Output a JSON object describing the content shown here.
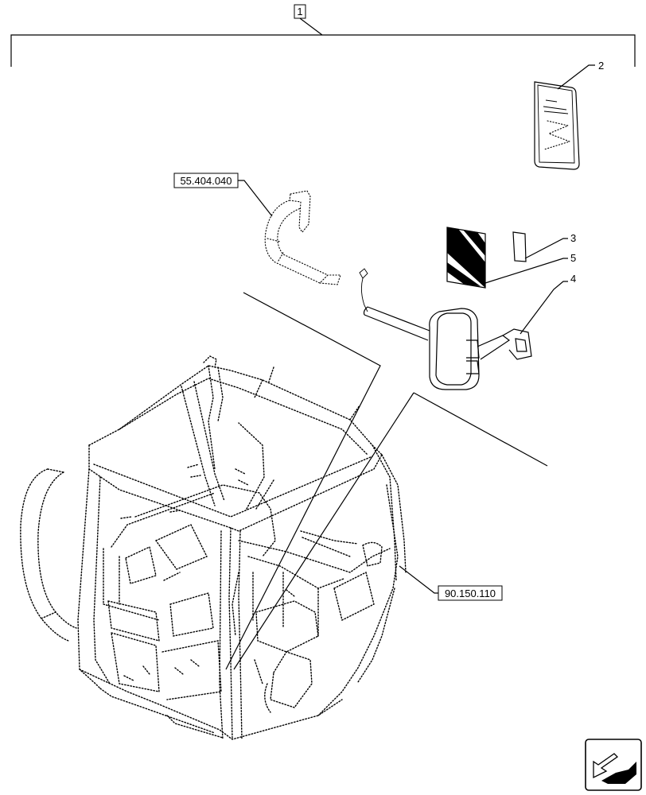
{
  "group": {
    "item_label": "1"
  },
  "callouts": {
    "item_2": "2",
    "item_3": "3",
    "item_4": "4",
    "item_5": "5"
  },
  "references": {
    "upper": "55.404.040",
    "lower": "90.150.110"
  },
  "navigation": {
    "icon": "arrow-icon"
  }
}
